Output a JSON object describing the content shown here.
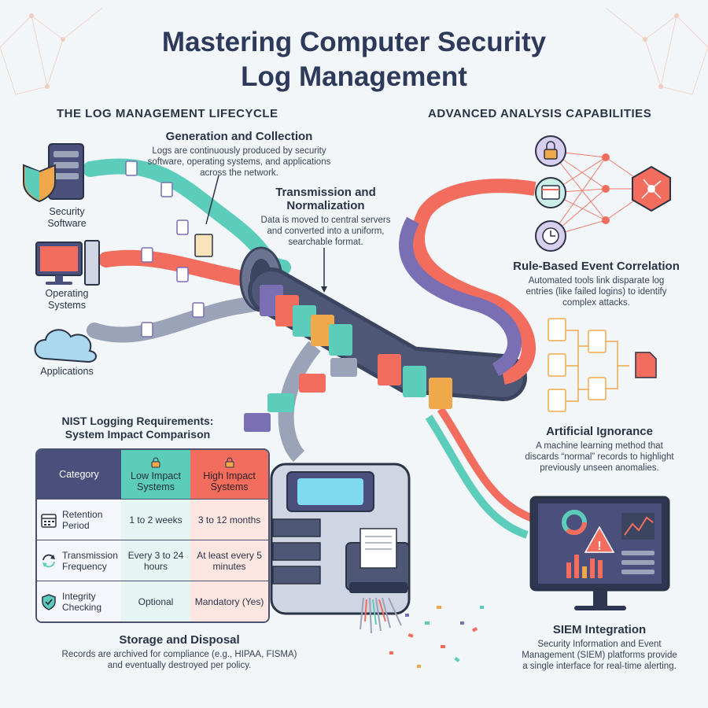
{
  "title_line1": "Mastering Computer Security",
  "title_line2": "Log Management",
  "lifecycle_heading": "THE LOG MANAGEMENT LIFECYCLE",
  "analysis_heading": "ADVANCED ANALYSIS CAPABILITIES",
  "generation": {
    "title": "Generation and Collection",
    "text": "Logs are continuously produced by security software, operating systems, and applications across the network."
  },
  "transmission": {
    "title_line1": "Transmission and",
    "title_line2": "Normalization",
    "text": "Data is moved to central servers and converted into a uniform, searchable format."
  },
  "sources": [
    {
      "label_line1": "Security",
      "label_line2": "Software",
      "icon": "server-shield-icon"
    },
    {
      "label_line1": "Operating",
      "label_line2": "Systems",
      "icon": "computer-icon"
    },
    {
      "label_line1": "Applications",
      "label_line2": "",
      "icon": "cloud-icon"
    }
  ],
  "correlation": {
    "title": "Rule-Based Event Correlation",
    "text": "Automated tools link disparate log entries (like failed logins) to identify complex attacks."
  },
  "ignorance": {
    "title": "Artificial Ignorance",
    "text": "A machine learning method that discards “normal” records to highlight previously unseen anomalies."
  },
  "siem": {
    "title": "SIEM Integration",
    "text": "Security Information and Event Management (SIEM) platforms provide a single interface for real-time alerting."
  },
  "storage": {
    "title": "Storage and Disposal",
    "text": "Records are archived for compliance (e.g., HIPAA, FISMA) and eventually destroyed per policy."
  },
  "nist": {
    "title_line1": "NIST Logging Requirements:",
    "title_line2": "System Impact Comparison",
    "header_category": "Category",
    "header_low": "Low Impact Systems",
    "header_high": "High Impact Systems",
    "rows": [
      {
        "category": "Retention Period",
        "low": "1 to 2 weeks",
        "high": "3 to 12 months",
        "icon": "calendar-icon"
      },
      {
        "category": "Transmission Frequency",
        "low": "Every 3 to 24 hours",
        "high": "At least every 5 minutes",
        "icon": "sync-icon"
      },
      {
        "category": "Integrity Checking",
        "low": "Optional",
        "high": "Mandatory (Yes)",
        "icon": "shield-check-icon"
      }
    ]
  },
  "colors": {
    "teal": "#5ccdbb",
    "coral": "#f36d5f",
    "navy": "#4a4f7c",
    "purple": "#7a6fb3",
    "amber": "#f0a94a"
  }
}
